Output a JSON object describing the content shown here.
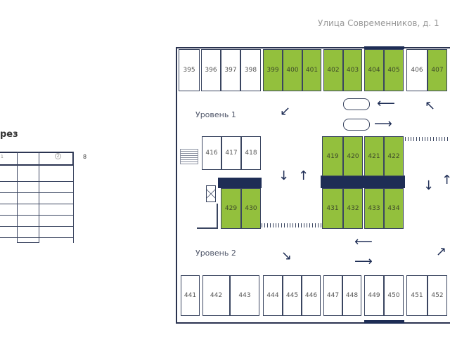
{
  "address": "Улица Современников, д. 1",
  "levels": {
    "level1": "Уровень 1",
    "level2": "Уровень 2"
  },
  "section": {
    "title": "рез",
    "marker_1": "1",
    "marker_2": "2",
    "side_number": "8"
  },
  "colors": {
    "highlighted": "#93c03d",
    "wall": "#1e2d55"
  },
  "spaces": {
    "top_row": [
      {
        "n": "395",
        "hl": false
      },
      {
        "n": "396",
        "hl": false
      },
      {
        "n": "397",
        "hl": false
      },
      {
        "n": "398",
        "hl": false
      },
      {
        "n": "399",
        "hl": true
      },
      {
        "n": "400",
        "hl": true
      },
      {
        "n": "401",
        "hl": true
      },
      {
        "n": "402",
        "hl": true
      },
      {
        "n": "403",
        "hl": true
      },
      {
        "n": "404",
        "hl": true
      },
      {
        "n": "405",
        "hl": true
      },
      {
        "n": "406",
        "hl": false
      },
      {
        "n": "407",
        "hl": true
      }
    ],
    "middle_left_upper": [
      {
        "n": "416",
        "hl": false
      },
      {
        "n": "417",
        "hl": false
      },
      {
        "n": "418",
        "hl": false
      }
    ],
    "middle_right_upper": [
      {
        "n": "419",
        "hl": true
      },
      {
        "n": "420",
        "hl": true
      },
      {
        "n": "421",
        "hl": true
      },
      {
        "n": "422",
        "hl": true
      }
    ],
    "middle_left_lower": [
      {
        "n": "429",
        "hl": true
      },
      {
        "n": "430",
        "hl": true
      }
    ],
    "middle_right_lower": [
      {
        "n": "431",
        "hl": true
      },
      {
        "n": "432",
        "hl": true
      },
      {
        "n": "433",
        "hl": true
      },
      {
        "n": "434",
        "hl": true
      }
    ],
    "bottom_row": [
      {
        "n": "441",
        "hl": false
      },
      {
        "n": "442",
        "hl": false
      },
      {
        "n": "443",
        "hl": false
      },
      {
        "n": "444",
        "hl": false
      },
      {
        "n": "445",
        "hl": false
      },
      {
        "n": "446",
        "hl": false
      },
      {
        "n": "447",
        "hl": false
      },
      {
        "n": "448",
        "hl": false
      },
      {
        "n": "449",
        "hl": false
      },
      {
        "n": "450",
        "hl": false
      },
      {
        "n": "451",
        "hl": false
      },
      {
        "n": "452",
        "hl": false
      }
    ]
  }
}
